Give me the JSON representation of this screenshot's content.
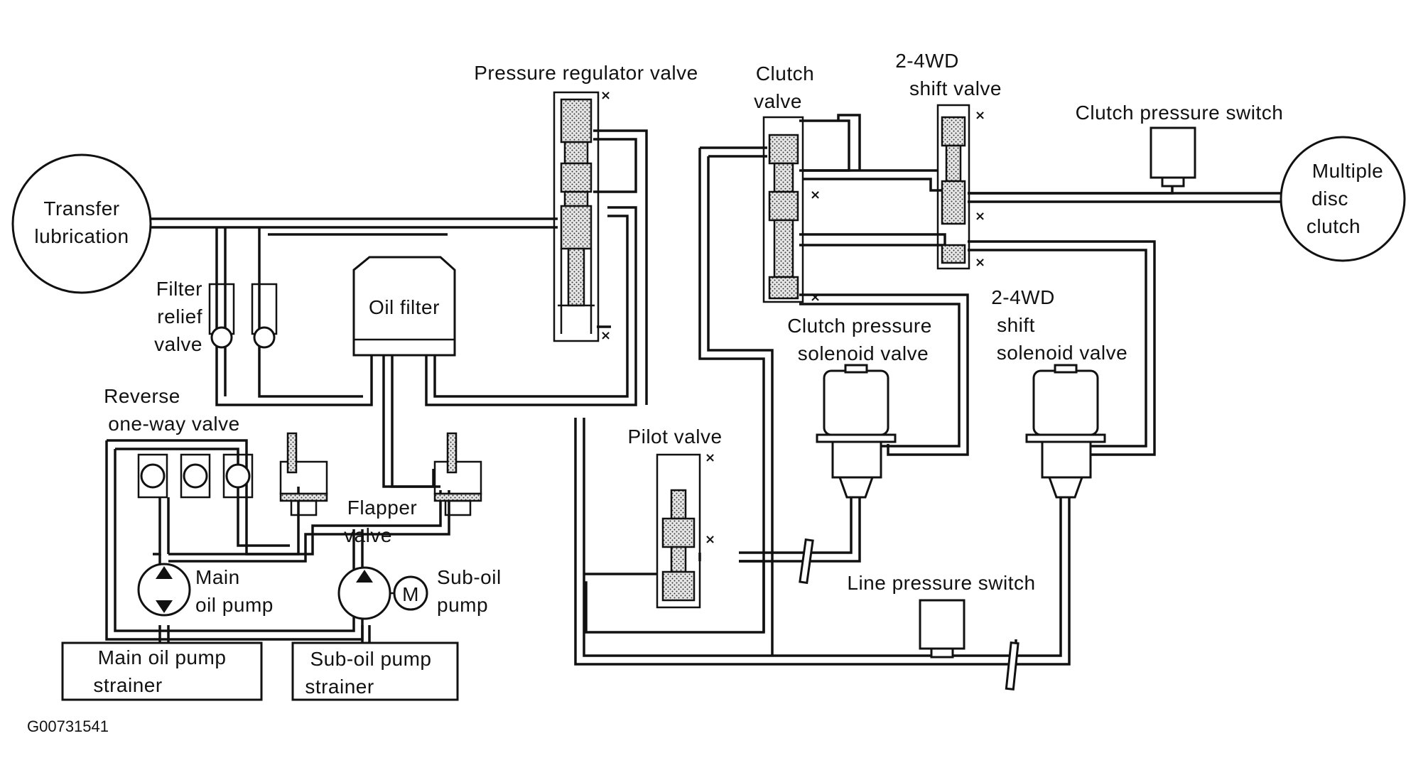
{
  "figure_code": "G00731541",
  "labels": {
    "transfer_lubrication": [
      "Transfer",
      "lubrication"
    ],
    "filter_relief_valve": [
      "Filter",
      "relief",
      "valve"
    ],
    "oil_filter": "Oil filter",
    "pressure_regulator_valve": "Pressure regulator valve",
    "clutch_valve": [
      "Clutch",
      "valve"
    ],
    "shift_valve_2_4wd": [
      "2-4WD",
      "shift valve"
    ],
    "clutch_pressure_switch": "Clutch pressure switch",
    "multiple_disc_clutch": [
      "Multiple",
      "disc",
      "clutch"
    ],
    "clutch_pressure_solenoid_valve": [
      "Clutch pressure",
      "solenoid valve"
    ],
    "shift_solenoid_valve_2_4wd": [
      "2-4WD",
      "shift",
      "solenoid valve"
    ],
    "reverse_one_way_valve": [
      "Reverse",
      "one-way valve"
    ],
    "pilot_valve": "Pilot valve",
    "flapper_valve": [
      "Flapper",
      "valve"
    ],
    "main_oil_pump": [
      "Main",
      "oil pump"
    ],
    "sub_oil_pump": [
      "Sub-oil",
      "pump"
    ],
    "motor_symbol": "M",
    "line_pressure_switch": "Line pressure switch",
    "main_oil_pump_strainer": [
      "Main oil pump",
      "strainer"
    ],
    "sub_oil_pump_strainer": [
      "Sub-oil pump",
      "strainer"
    ]
  }
}
